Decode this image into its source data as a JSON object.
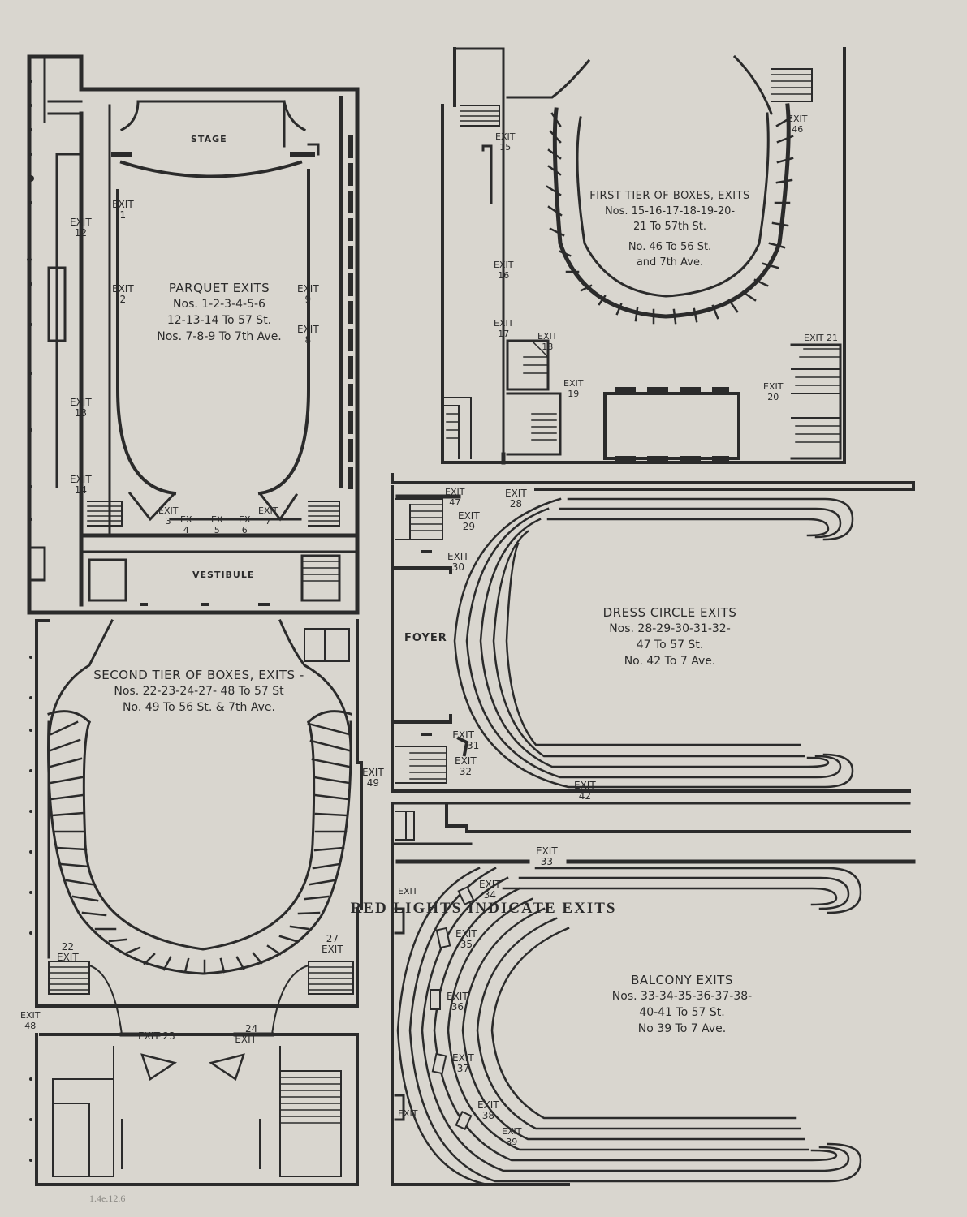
{
  "rooms": {
    "stage": "STAGE",
    "vestibule": "VESTIBULE",
    "foyer": "FOYER"
  },
  "parquet": {
    "title": "Parquet Exits",
    "line1": "Nos. 1-2-3-4-5-6",
    "line2": "12-13-14 To 57 St.",
    "line3": "Nos. 7-8-9 To 7th Ave."
  },
  "first_tier": {
    "title": "First Tier of Boxes, Exits",
    "line1": "Nos. 15-16-17-18-19-20-",
    "line2": "21 To 57th St.",
    "line3": "No. 46 To 56 St.",
    "line4": "and 7th Ave."
  },
  "second_tier": {
    "title": "Second Tier of Boxes, Exits -",
    "line1": "Nos. 22-23-24-27- 48 To 57 St",
    "line2": "No. 49 To 56 St. & 7th Ave."
  },
  "dress_circle": {
    "title": "Dress Circle Exits",
    "line1": "Nos. 28-29-30-31-32-",
    "line2": "47 To 57 St.",
    "line3": "No. 42 To 7 Ave."
  },
  "balcony": {
    "title": "Balcony Exits",
    "line1": "Nos. 33-34-35-36-37-38-",
    "line2": "40-41 To 57 St.",
    "line3": "No 39 To 7 Ave."
  },
  "exit_word": "Exit",
  "ex_word": "Ex",
  "exits": {
    "e1": "1",
    "e2": "2",
    "e3": "3",
    "e4": "4",
    "e5": "5",
    "e6": "6",
    "e7": "7",
    "e8": "8",
    "e9": "9",
    "e12": "12",
    "e13": "13",
    "e14": "14",
    "e15": "15",
    "e16": "16",
    "e17": "17",
    "e18": "18",
    "e19": "19",
    "e20": "20",
    "e21": "21",
    "e22": "22",
    "e23": "23",
    "e24": "24",
    "e27": "27",
    "e28": "28",
    "e29": "29",
    "e30": "30",
    "e31": "31",
    "e32": "32",
    "e33": "33",
    "e34": "34",
    "e35": "35",
    "e36": "36",
    "e37": "37",
    "e38": "38",
    "e39": "39",
    "e42": "42",
    "e46": "46",
    "e47": "47",
    "e48": "48",
    "e49": "49"
  },
  "footer": "RED LIGHTS INDICATE EXITS",
  "pencil_note": "1.4e.12.6",
  "colors": {
    "paper": "#d9d6cf",
    "ink": "#2b2b2b"
  }
}
